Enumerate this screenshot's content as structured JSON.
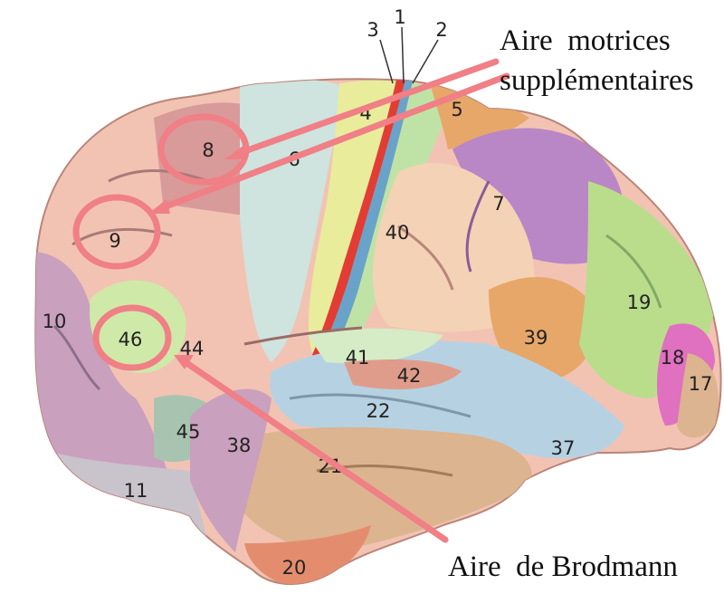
{
  "annotations": {
    "motor_label_line1": "Aire  motrices",
    "motor_label_line2": "supplémentaires",
    "brodmann_label": "Aire  de Brodmann"
  },
  "areas": {
    "a1": "1",
    "a2": "2",
    "a3": "3",
    "a4": "4",
    "a5": "5",
    "a6": "6",
    "a7": "7",
    "a8": "8",
    "a9": "9",
    "a10": "10",
    "a11": "11",
    "a17": "17",
    "a18": "18",
    "a19": "19",
    "a20": "20",
    "a21": "21",
    "a22": "22",
    "a37": "37",
    "a38": "38",
    "a39": "39",
    "a40": "40",
    "a41": "41",
    "a42": "42",
    "a44": "44",
    "a45": "45",
    "a46": "46"
  },
  "colors": {
    "highlight": "#f07f86",
    "frontal_pink": "#f2c3b3",
    "prefrontal_mauve": "#c9a0bd",
    "premotor_mint": "#cfe3df",
    "motor_yellow": "#e9ec9a",
    "sensory_green": "#bfe3a6",
    "parietal_purple": "#b987c6",
    "parietal_peach": "#f4d2b5",
    "temporal_blue": "#b6d2e2",
    "temporal_tan": "#dcb48f",
    "occipital_green": "#b9dd8b",
    "occipital_magenta": "#e070c0",
    "orange": "#e7a769",
    "red_strip": "#e23c34",
    "blue_strip": "#6aa3c9"
  }
}
